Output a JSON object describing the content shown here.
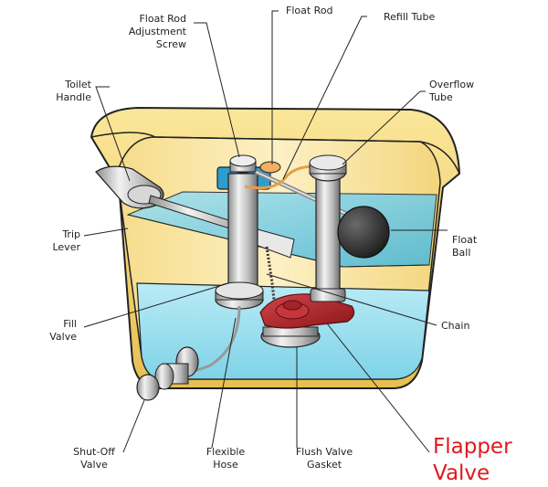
{
  "labels": {
    "float_rod_adjustment_screw": "Float Rod\nAdjustment\nScrew",
    "float_rod": "Float Rod",
    "refill_tube": "Refill Tube",
    "toilet_handle": "Toilet\nHandle",
    "overflow_tube": "Overflow\nTube",
    "trip_lever": "Trip\nLever",
    "float_ball": "Float\nBall",
    "fill_valve": "Fill\nValve",
    "chain": "Chain",
    "shut_off_valve": "Shut-Off\nValve",
    "flexible_hose": "Flexible\nHose",
    "flush_valve_gasket": "Flush Valve\nGasket",
    "flapper_valve": "Flapper\nValve"
  },
  "colors": {
    "tank": "#f3d77a",
    "water": "#7fd3e8",
    "flapper": "#b8222a",
    "highlight_label": "#e0191e"
  }
}
